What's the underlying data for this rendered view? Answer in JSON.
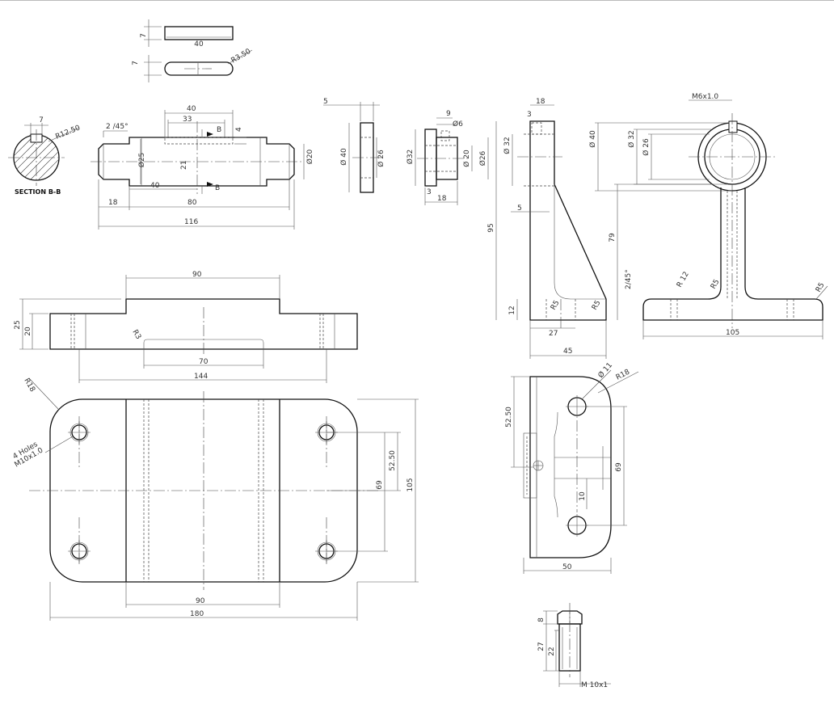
{
  "key": {
    "len40": "40",
    "t7": "7",
    "t7b": "7",
    "r350": "R3.50",
    "secB": "SECTION B-B",
    "r1250": "R12.50",
    "k7": "7",
    "chamfer": "2 /45°",
    "d25": "Ø25",
    "d20": "Ø20",
    "len40b": "40",
    "len33": "33",
    "b1": "B",
    "b2": "B",
    "k4": "4",
    "k21": "21",
    "k40c": "40",
    "k18": "18",
    "k80": "80",
    "k116": "116"
  },
  "washer": {
    "t5": "5",
    "d40": "Ø 40",
    "d26": "Ø 26"
  },
  "bush": {
    "k9": "9",
    "d6": "Ø6",
    "d32": "Ø32",
    "d20": "Ø 20",
    "d26": "Ø26",
    "k3": "3",
    "k18": "18"
  },
  "bracket_side": {
    "k18": "18",
    "d32": "Ø 32",
    "k3": "3",
    "k5": "5",
    "k95": "95",
    "k12": "12",
    "r5a": "R5",
    "r5b": "R5",
    "k27": "27",
    "k45": "45"
  },
  "bracket_front": {
    "m6": "M6x1.0",
    "d40": "Ø 40",
    "d32": "Ø 32",
    "d26": "Ø 26",
    "k79": "79",
    "chamfer": "2/45°",
    "r12": "R 12",
    "r5a": "R5",
    "r5b": "R5",
    "k105": "105"
  },
  "base_top": {
    "k90": "90",
    "k25": "25",
    "k20": "20",
    "r3": "R3",
    "k70": "70",
    "k144": "144"
  },
  "base_plan": {
    "r18": "R18",
    "holes": "4 Holes",
    "thread": "M10x1.0",
    "k5250": "52.50",
    "k69": "69",
    "k105": "105",
    "k90": "90",
    "k180": "180"
  },
  "bracket_plan": {
    "d11": "Ø 11",
    "r18": "R18",
    "k5250": "52.50",
    "k69": "69",
    "k10": "10",
    "k50": "50"
  },
  "bolt": {
    "k8": "8",
    "k27": "27",
    "k22": "22",
    "thread": "M 10x1"
  }
}
